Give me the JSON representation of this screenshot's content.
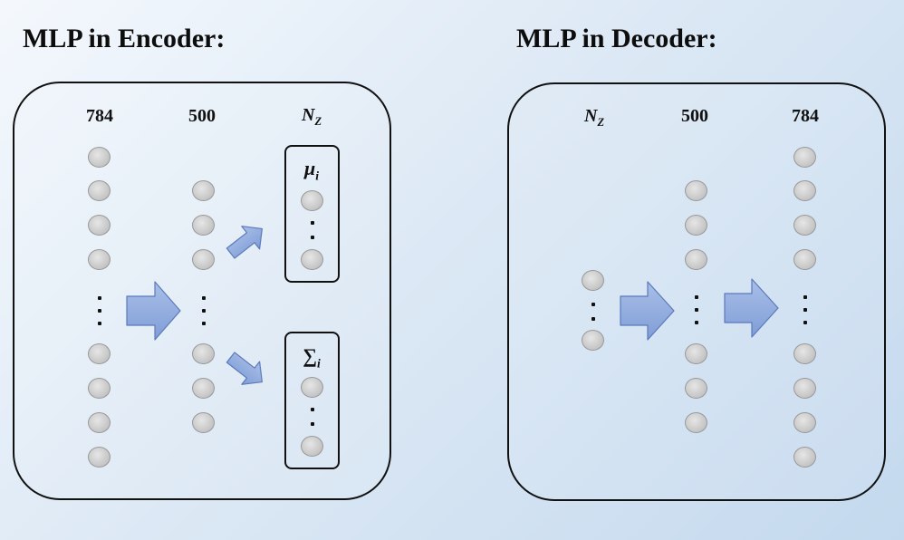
{
  "encoder": {
    "title": "MLP in Encoder:",
    "layers": {
      "input": "784",
      "hidden": "500",
      "latent": {
        "symbol": "N",
        "sub": "Z"
      }
    },
    "mu_label": {
      "symbol": "μ",
      "sub": "i"
    },
    "sigma_label": {
      "symbol": "∑",
      "sub": "i"
    }
  },
  "decoder": {
    "title": "MLP in Decoder:",
    "layers": {
      "latent": {
        "symbol": "N",
        "sub": "Z"
      },
      "hidden": "500",
      "output": "784"
    }
  },
  "colors": {
    "arrow_fill": "#8ea9dc",
    "arrow_stroke": "#5b79bb",
    "node_fill": "#c8c8c8",
    "outline": "#111111"
  }
}
